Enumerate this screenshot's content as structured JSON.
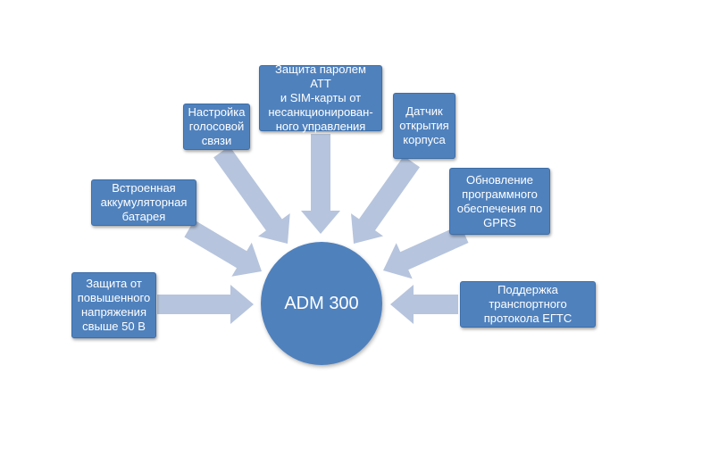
{
  "diagram": {
    "hub_label": "ADM 300",
    "colors": {
      "box": "#4f81bd",
      "arrow": "#b6c4dd",
      "hub": "#4f81bd",
      "text": "#ffffff"
    },
    "features": [
      {
        "id": "overvoltage",
        "label": "Защита от\nповышенного\nнапряжения\nсвыше 50 В"
      },
      {
        "id": "battery",
        "label": "Встроенная\nаккумуляторная\nбатарея"
      },
      {
        "id": "voice",
        "label": "Настройка\nголосовой\nсвязи"
      },
      {
        "id": "password",
        "label": "Защита паролем АТТ\nи SIM-карты от\nнесанкционирован-\nного управления"
      },
      {
        "id": "case-sensor",
        "label": "Датчик\nоткрытия\nкорпуса"
      },
      {
        "id": "firmware",
        "label": "Обновление\nпрограммного\nобеспечения по\nGPRS"
      },
      {
        "id": "egts",
        "label": "Поддержка\nтранспортного\nпротокола ЕГТС"
      }
    ]
  }
}
